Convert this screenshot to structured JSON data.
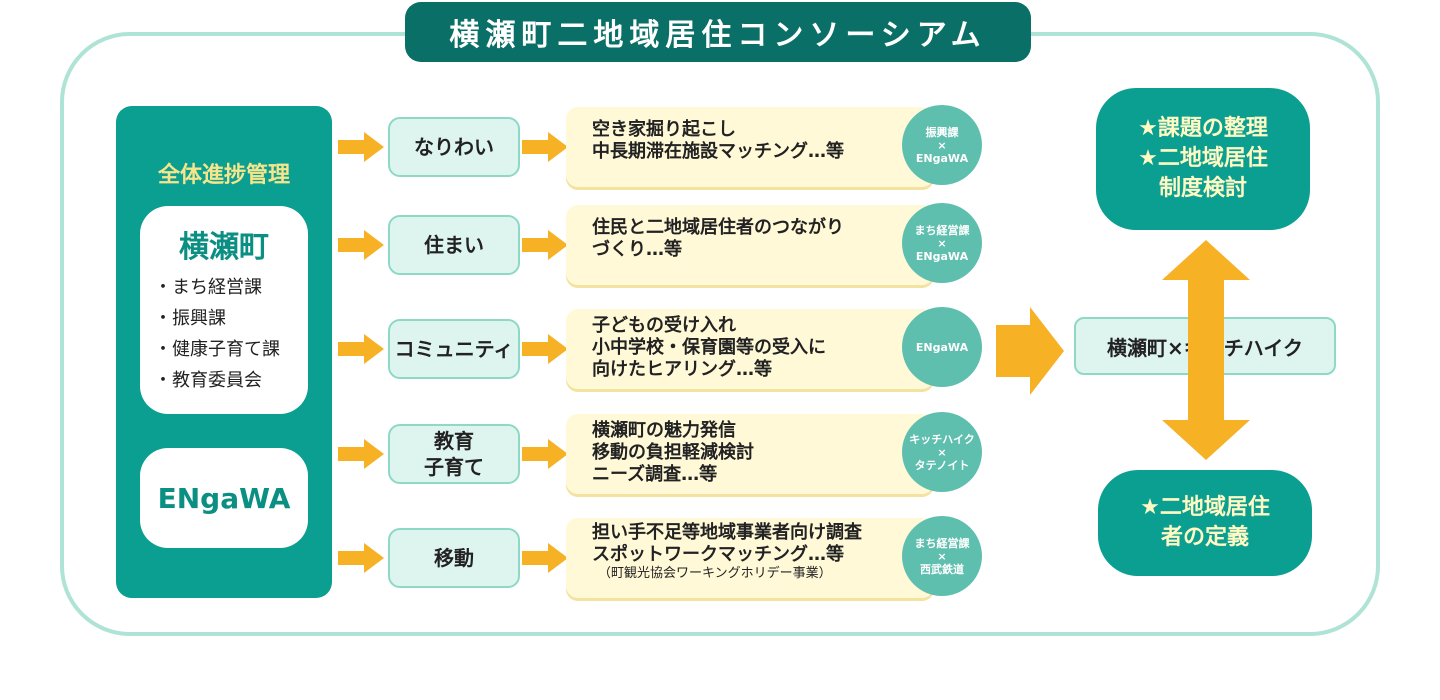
{
  "title": "横瀬町二地域居住コンソーシアム",
  "left_panel": {
    "heading": "全体進捗管理",
    "town": {
      "name": "横瀬町",
      "departments": [
        "まち経営課",
        "振興課",
        "健康子育て課",
        "教育委員会"
      ]
    },
    "partner": "ENgaWA"
  },
  "rows": [
    {
      "category": [
        "なりわい"
      ],
      "lines": [
        "空き家掘り起こし",
        "中長期滞在施設マッチング…等"
      ],
      "note": "",
      "badge": [
        "振興課",
        "×",
        "ENgaWA"
      ]
    },
    {
      "category": [
        "住まい"
      ],
      "lines": [
        "住民と二地域居住者のつながり",
        "づくり…等"
      ],
      "note": "",
      "badge": [
        "まち経営課",
        "×",
        "ENgaWA"
      ]
    },
    {
      "category": [
        "コミュニティ"
      ],
      "lines": [
        "子どもの受け入れ",
        "小中学校・保育園等の受入に",
        "向けたヒアリング…等"
      ],
      "note": "",
      "badge": [
        "ENgaWA"
      ]
    },
    {
      "category": [
        "教育",
        "子育て"
      ],
      "lines": [
        "横瀬町の魅力発信",
        "移動の負担軽減検討",
        "ニーズ調査…等"
      ],
      "note": "",
      "badge": [
        "キッチハイク",
        "×",
        "タテノイト"
      ]
    },
    {
      "category": [
        "移動"
      ],
      "lines": [
        "担い手不足等地域事業者向け調査",
        "スポットワークマッチング…等"
      ],
      "note": "（町観光協会ワーキングホリデー事業）",
      "badge": [
        "まち経営課",
        "×",
        "西武鉄道"
      ]
    }
  ],
  "center": "横瀬町×キッチハイク",
  "goals": {
    "top": [
      "★課題の整理",
      "★二地域居住",
      "制度検討"
    ],
    "bottom": [
      "★二地域居住",
      "者の定義"
    ]
  },
  "colors": {
    "dark_teal": "#0a6f66",
    "teal": "#0a9f90",
    "light_teal": "#def5ef",
    "border_teal": "#aee3d5",
    "arrow_orange": "#f6b125",
    "cream": "#fff9d8",
    "goal_text": "#fff9c4"
  }
}
